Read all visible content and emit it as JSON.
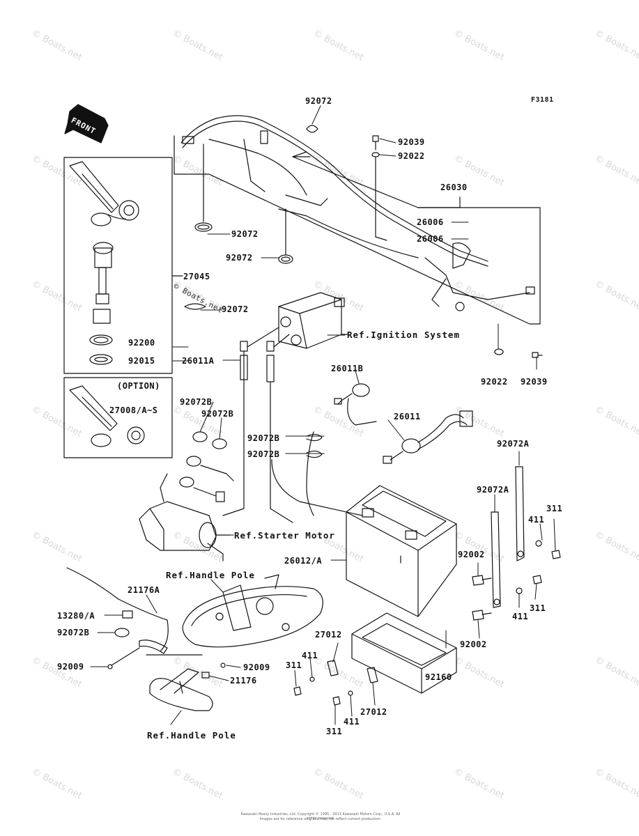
{
  "figure_code": "F3181",
  "watermark": "© Boats.net",
  "front_label": "FRONT",
  "labels": {
    "p92072_top": "92072",
    "p92039_top": "92039",
    "p92022_top": "92022",
    "p26030": "26030",
    "p26006_a": "26006",
    "p26006_b": "26006",
    "p92072_left": "92072",
    "p92072_mid": "92072",
    "p27045": "27045",
    "p92072_clip": "92072",
    "p92200": "92200",
    "p92015": "92015",
    "option": "(OPTION)",
    "p27008": "27008/A~S",
    "p26011a": "26011A",
    "ref_ignition": "Ref.Ignition System",
    "p92022_bot": "92022",
    "p92039_bot": "92039",
    "p26011b": "26011B",
    "p92072b_1": "92072B",
    "p92072b_2": "92072B",
    "p92072b_3": "92072B",
    "p92072b_4": "92072B",
    "p26011": "26011",
    "p92072a_1": "92072A",
    "p92072a_2": "92072A",
    "p311_a": "311",
    "p411_a": "411",
    "ref_starter": "Ref.Starter Motor",
    "p92002_a": "92002",
    "p26012a": "26012/A",
    "ref_handle_pole_1": "Ref.Handle Pole",
    "p21176a": "21176A",
    "p311_b": "311",
    "p411_b": "411",
    "p13280a": "13280/A",
    "p92072b_5": "92072B",
    "p92002_b": "92002",
    "p27012_a": "27012",
    "p411_c": "411",
    "p311_c": "311",
    "p92009_a": "92009",
    "p92009_b": "92009",
    "p21176": "21176",
    "p92160": "92160",
    "p27012_b": "27012",
    "p411_d": "411",
    "p311_d": "311",
    "ref_handle_pole_2": "Ref.Handle Pole"
  },
  "footer": {
    "line1": "Kawasaki Heavy Industries, Ltd. Copyright © 1995 - 2011 Kawasaki Motors Corp., U.S.A. All rights reserved.",
    "line2": "Images are for reference only and may not reflect current production."
  }
}
